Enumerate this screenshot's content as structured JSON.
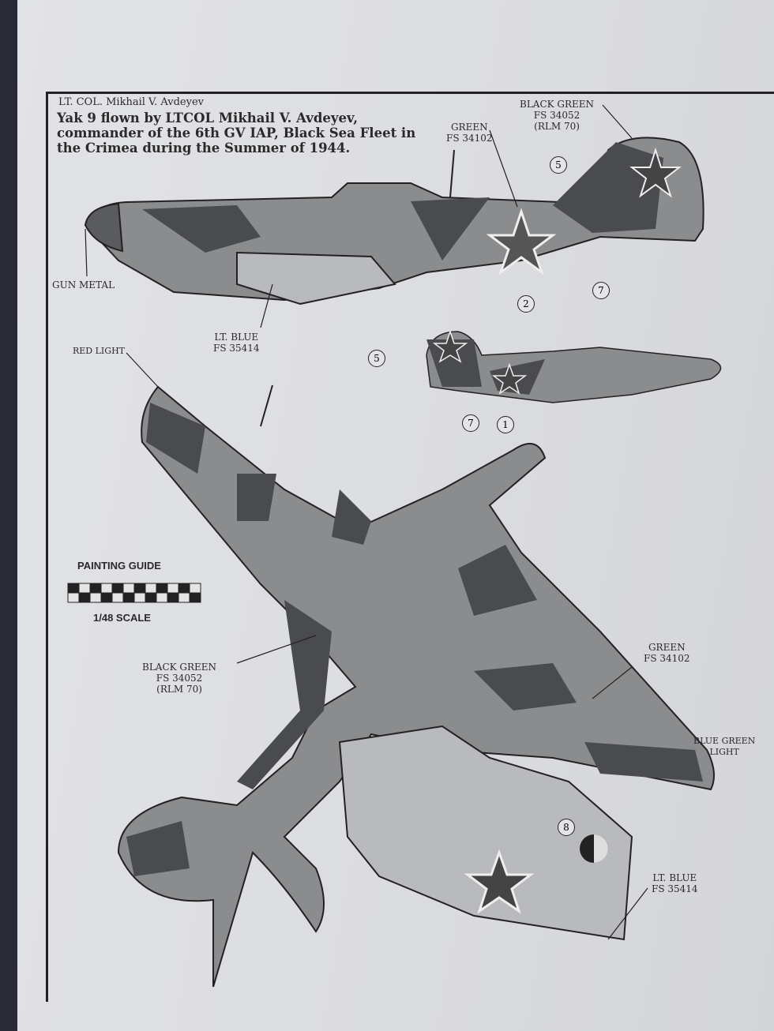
{
  "header": {
    "pilot_label": "LT. COL. Mikhail V. Avdeyev",
    "caption": "Yak 9 flown by LTCOL Mikhail V. Avdeyev,\ncommander of the 6th GV IAP, Black Sea Fleet in\nthe Crimea during the Summer of 1944."
  },
  "labels": {
    "black_green_top": [
      "BLACK GREEN",
      "FS 34052",
      "(RLM 70)"
    ],
    "green_top": [
      "GREEN",
      "FS 34102"
    ],
    "gun_metal": "GUN METAL",
    "lt_blue_side": [
      "LT. BLUE",
      "FS 35414"
    ],
    "red_light": "RED LIGHT",
    "black_green_plan": [
      "BLACK GREEN",
      "FS 34052",
      "(RLM 70)"
    ],
    "green_plan": [
      "GREEN",
      "FS 34102"
    ],
    "blue_green_light": [
      "BLUE GREEN",
      "LIGHT"
    ],
    "lt_blue_plan": [
      "LT. BLUE",
      "FS 35414"
    ]
  },
  "callouts": [
    "5",
    "2",
    "7",
    "5",
    "7",
    "1",
    "8"
  ],
  "guide": {
    "title": "PAINTING GUIDE",
    "scale": "1/48 SCALE"
  },
  "colors": {
    "green": "#8a8c8e",
    "black_green": "#4a4b4e",
    "lt_blue": "#b9babd",
    "line": "#222222"
  }
}
